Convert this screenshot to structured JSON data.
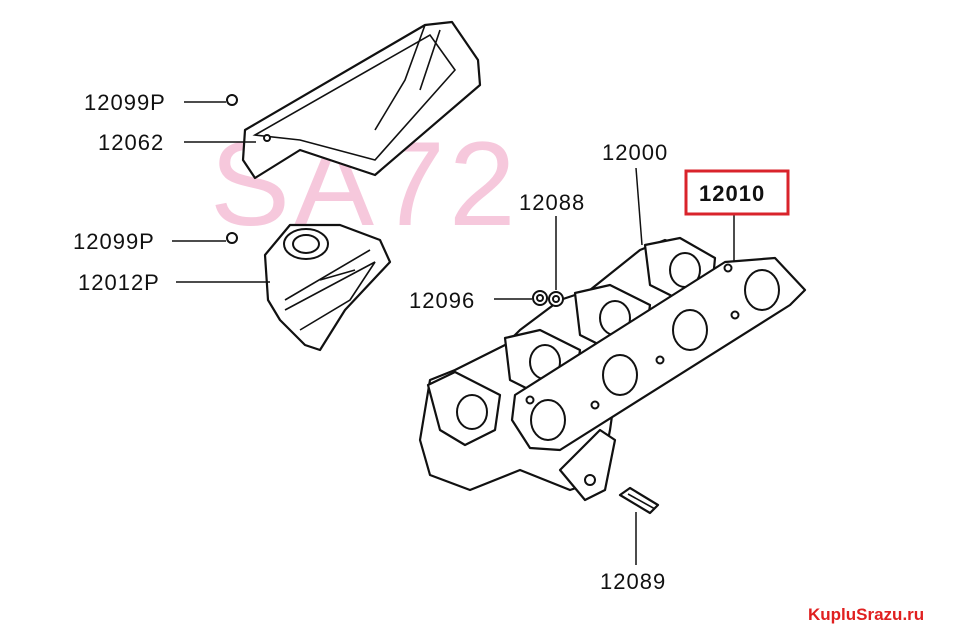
{
  "watermark": "SA72",
  "brand": "KupluSrazu.ru",
  "highlight_color": "#d9232b",
  "watermark_color": "#f6c8dc",
  "parts": {
    "bolt_top": "12099P",
    "heat_shield": "12062",
    "bolt_mid": "12099P",
    "bracket": "12012P",
    "manifold": "12000",
    "gasket": "12010",
    "nut_washer": "12088",
    "nut": "12096",
    "stud": "12089"
  }
}
